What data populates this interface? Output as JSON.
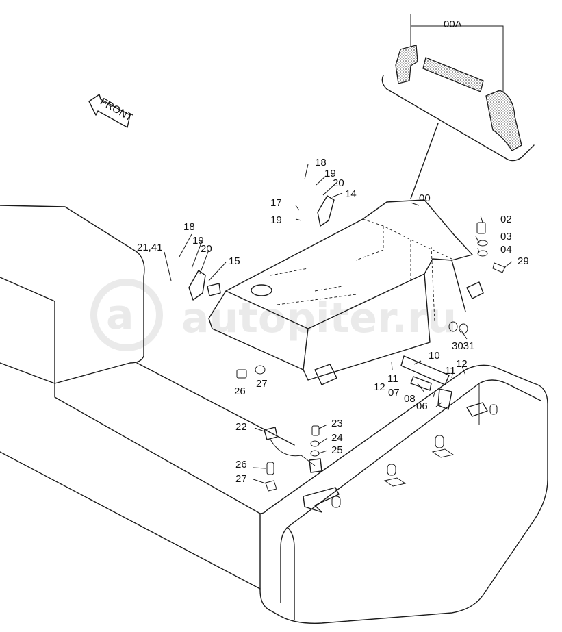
{
  "callout": "00A",
  "front_arrow": "FRONT",
  "watermark": "autopiter.ru",
  "labels": {
    "l00": "00",
    "l02": "02",
    "l03": "03",
    "l04": "04",
    "l29": "29",
    "l18a": "18",
    "l19a": "19",
    "l20a": "20",
    "l14": "14",
    "l17": "17",
    "l19b": "19",
    "l18b": "18",
    "l19c": "19",
    "l20b": "20",
    "l15": "15",
    "l2141": "21,41",
    "l3031": "3031",
    "l10": "10",
    "l12a": "12",
    "l11a": "11",
    "l12b": "12",
    "l11b": "11",
    "l07": "07",
    "l08": "08",
    "l06": "06",
    "l26a": "26",
    "l27a": "27",
    "l22": "22",
    "l23": "23",
    "l24": "24",
    "l25": "25",
    "l26b": "26",
    "l27b": "27"
  }
}
